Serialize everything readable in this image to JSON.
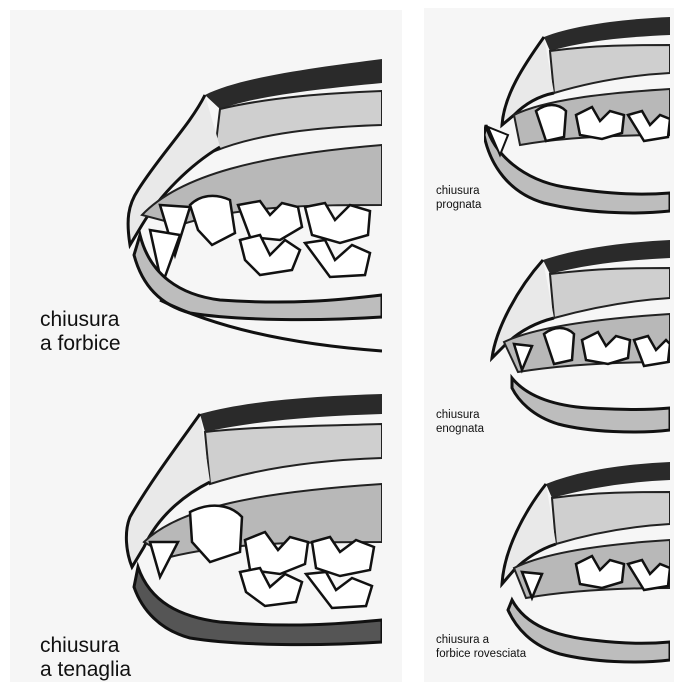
{
  "figures": [
    {
      "id": "scissor",
      "caption_lines": [
        "chiusura",
        "a forbice"
      ]
    },
    {
      "id": "level",
      "caption_lines": [
        "chiusura",
        "a tenaglia"
      ]
    },
    {
      "id": "prognathic",
      "caption_lines": [
        "chiusura",
        "prognata"
      ]
    },
    {
      "id": "enognathic",
      "caption_lines": [
        "chiusura",
        "enognata"
      ]
    },
    {
      "id": "reverse-scissor",
      "caption_lines": [
        "chiusura a",
        "forbice rovesciata"
      ]
    }
  ],
  "colors": {
    "ink": "#111111",
    "paper": "#f6f6f6",
    "shade": "#9a9a9a"
  }
}
